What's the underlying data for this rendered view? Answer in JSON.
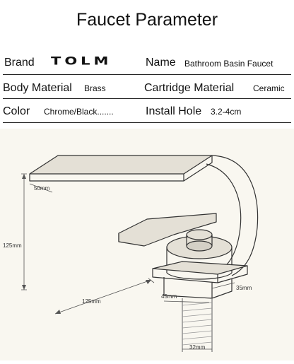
{
  "title": "Faucet Parameter",
  "rows": [
    {
      "left_label": "Brand",
      "left_value": "TOLM",
      "right_label": "Name",
      "right_value": "Bathroom Basin Faucet"
    },
    {
      "left_label": "Body Material",
      "left_value": "Brass",
      "right_label": "Cartridge Material",
      "right_value": "Ceramic"
    },
    {
      "left_label": "Color",
      "left_value": "Chrome/Black.......",
      "right_label": "Install Hole",
      "right_value": "3.2-4cm"
    }
  ],
  "dimensions": {
    "spout_thickness": "50mm",
    "height": "125mm",
    "depth": "125mm",
    "base_width": "45mm",
    "base_depth": "35mm",
    "pipe_width": "32mm"
  }
}
